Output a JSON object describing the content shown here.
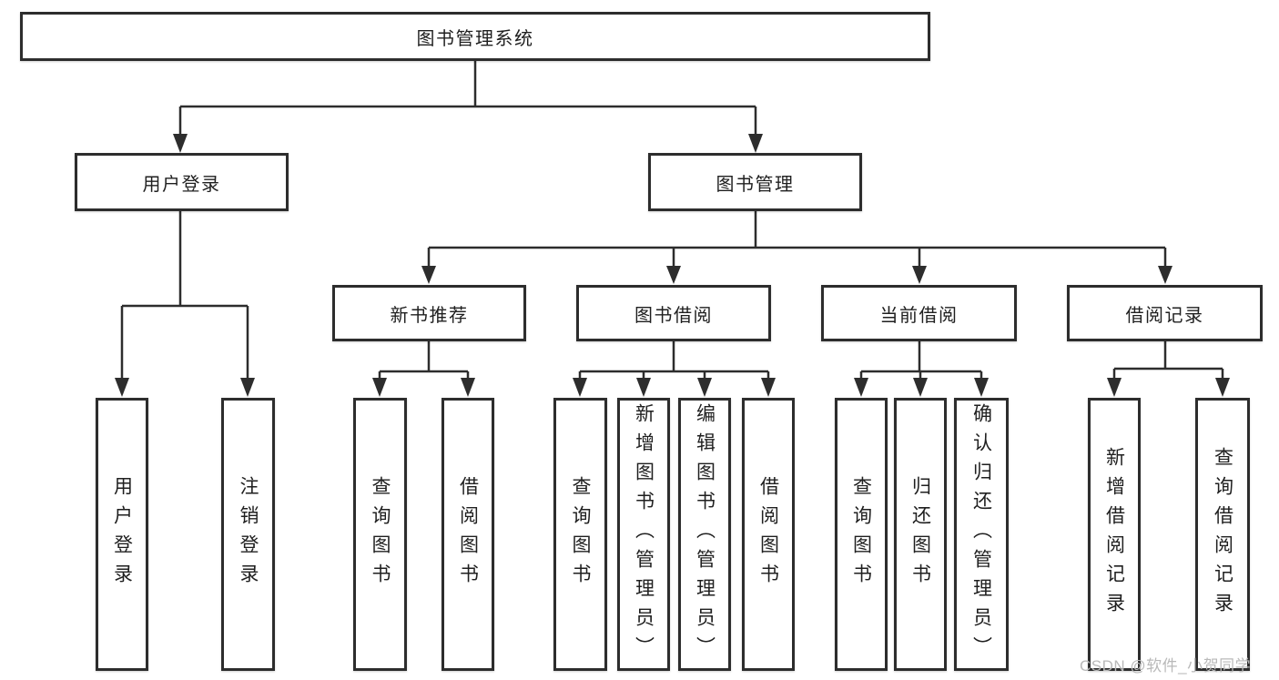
{
  "diagram_title": "图书管理系统",
  "tree": {
    "root": {
      "label": "图书管理系统"
    },
    "branches": [
      {
        "label": "用户登录",
        "children": [
          {
            "label": "用户登录"
          },
          {
            "label": "注销登录"
          }
        ]
      },
      {
        "label": "图书管理",
        "children": [
          {
            "label": "新书推荐",
            "children": [
              {
                "label": "查询图书"
              },
              {
                "label": "借阅图书"
              }
            ]
          },
          {
            "label": "图书借阅",
            "children": [
              {
                "label": "查询图书"
              },
              {
                "label": "新增图书（管理员）"
              },
              {
                "label": "编辑图书（管理员）"
              },
              {
                "label": "借阅图书"
              }
            ]
          },
          {
            "label": "当前借阅",
            "children": [
              {
                "label": "查询图书"
              },
              {
                "label": "归还图书"
              },
              {
                "label": "确认归还（管理员）"
              }
            ]
          },
          {
            "label": "借阅记录",
            "children": [
              {
                "label": "新增借阅记录"
              },
              {
                "label": "查询借阅记录"
              }
            ]
          }
        ]
      }
    ]
  },
  "watermark": {
    "text": "CSDN @软件_小贺同学"
  },
  "colors": {
    "line": "#2d2d2d",
    "box_border": "#2d2d2d",
    "box_fill": "#ffffff",
    "text": "#1f1f1f",
    "watermark": "#b9b9b9",
    "background": "#ffffff"
  }
}
